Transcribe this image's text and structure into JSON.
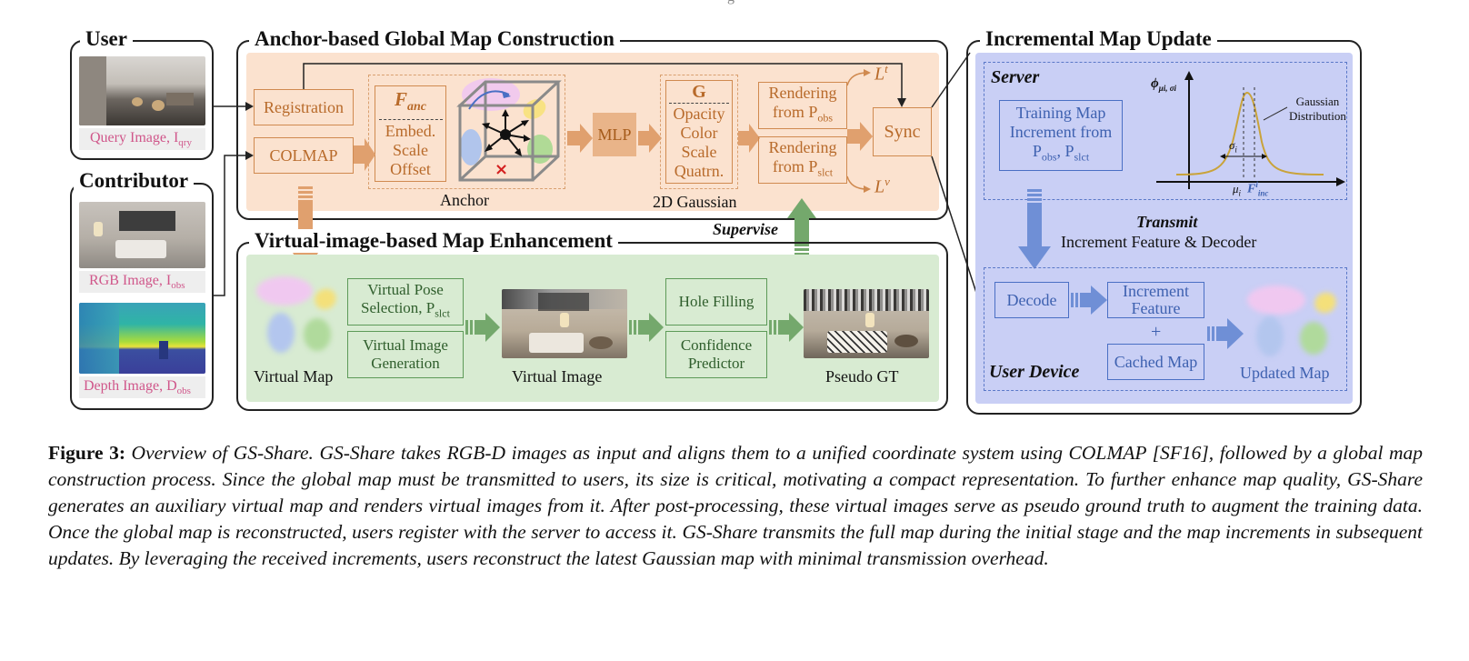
{
  "header": {
    "stray_text": "g"
  },
  "user_panel": {
    "title": "User",
    "query_caption": "Query Image, I",
    "query_sub": "qry"
  },
  "contributor_panel": {
    "title": "Contributor",
    "rgb_caption": "RGB  Image, I",
    "rgb_sub": "obs",
    "depth_caption": "Depth Image, D",
    "depth_sub": "obs"
  },
  "anchor_panel": {
    "title": "Anchor-based Global Map Construction",
    "registration": "Registration",
    "colmap": "COLMAP",
    "f_anc": "F",
    "f_anc_sub": "anc",
    "embed_lines": [
      "Embed.",
      "Scale",
      "Offset"
    ],
    "anchor_label": "Anchor",
    "mlp": "MLP",
    "g_label": "G",
    "gaussian_lines": [
      "Opacity",
      "Color",
      "Scale",
      "Quatrn."
    ],
    "gaussian2d_label": "2D Gaussian",
    "render_obs_line1": "Rendering",
    "render_obs_line2": "from P",
    "render_obs_sub": "obs",
    "render_slct_line1": "Rendering",
    "render_slct_line2": "from P",
    "render_slct_sub": "slct",
    "sync": "Sync",
    "loss_t": "L",
    "loss_t_sup": "t",
    "loss_v": "L",
    "loss_v_sup": "v"
  },
  "virtual_panel": {
    "title": "Virtual-image-based Map Enhancement",
    "supervise": "Supervise",
    "virtual_map": "Virtual Map",
    "pose_line1": "Virtual Pose",
    "pose_line2": "Selection, P",
    "pose_sub": "slct",
    "generation_lines": [
      "Virtual Image",
      "Generation"
    ],
    "virtual_image": "Virtual Image",
    "hole_filling": "Hole Filling",
    "confidence_lines": [
      "Confidence",
      "Predictor"
    ],
    "pseudo_gt": "Pseudo GT"
  },
  "incremental_panel": {
    "title": "Incremental Map Update",
    "server": "Server",
    "training_lines": [
      "Training Map",
      "Increment from"
    ],
    "training_p1": "P",
    "training_p1_sub": "obs",
    "training_sep": ", P",
    "training_p2_sub": "slct",
    "phi": "ϕ",
    "phi_sub": "μi, σi",
    "gaussian_dist_lines": [
      "Gaussian",
      "Distribution"
    ],
    "sigma": "σ",
    "sigma_sub": "i",
    "mu": "μ",
    "mu_sub": "i",
    "f_inc": "F",
    "f_inc_sup": "i",
    "f_inc_sub": "inc",
    "transmit": "Transmit",
    "transmit_detail": "Increment Feature & Decoder",
    "decode": "Decode",
    "increment_feature_lines": [
      "Increment",
      "Feature"
    ],
    "plus": "+",
    "cached_map": "Cached Map",
    "user_device": "User Device",
    "updated_map": "Updated Map"
  },
  "caption": {
    "label": "Figure 3:",
    "text": "Overview of GS-Share. GS-Share takes RGB-D images as input and aligns them to a unified coordinate system using COLMAP [SF16], followed by a global map construction process. Since the global map must be transmitted to users, its size is critical, motivating a compact representation. To further enhance map quality, GS-Share generates an auxiliary virtual map and renders virtual images from it. After post-processing, these virtual images serve as pseudo ground truth to augment the training data. Once the global map is reconstructed, users register with the server to access it. GS-Share transmits the full map during the initial stage and the map increments in subsequent updates. By leveraging the received increments, users reconstruct the latest Gaussian map with minimal transmission overhead."
  },
  "colors": {
    "orange_fill": "#fbe2cf",
    "orange_text": "#b86a2a",
    "green_fill": "#d8ebd2",
    "blue_fill": "#c9cff5",
    "pink_text": "#d0568a"
  }
}
